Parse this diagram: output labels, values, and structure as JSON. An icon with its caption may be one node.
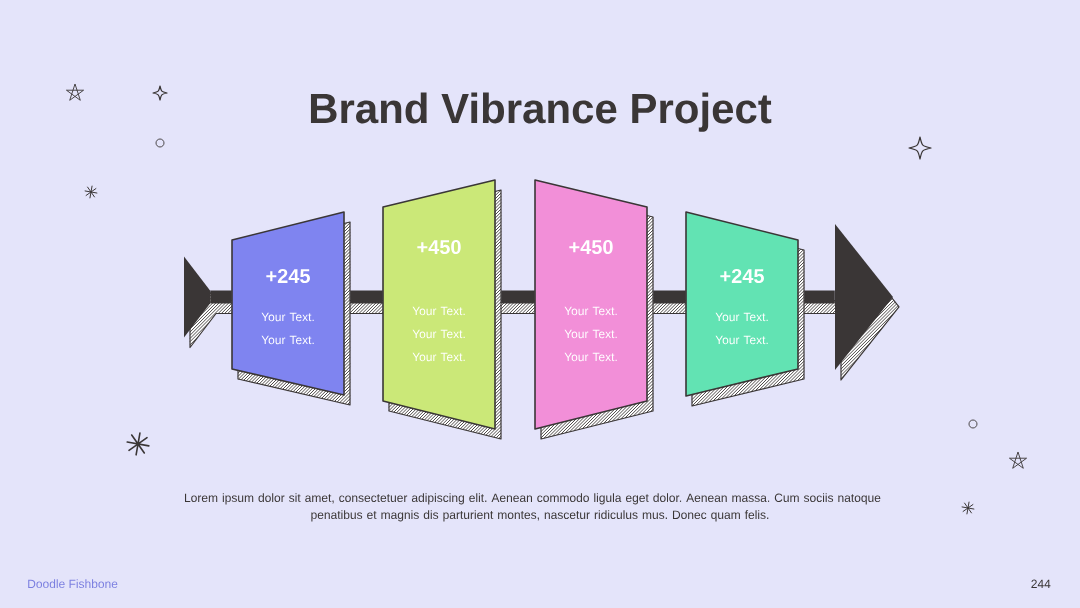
{
  "diagram": {
    "title": "Brand Vibrance Project",
    "nodes": [
      {
        "text": [],
        "shape": "triangle"
      },
      {
        "text": [
          "+245",
          "Your Text. Your Text."
        ]
      },
      {
        "text": [
          "+450",
          "Your Text. Your Text. Your Text."
        ]
      },
      {
        "text": [
          "+450",
          "Your Text. Your Text. Your Text."
        ]
      },
      {
        "text": [
          "+245",
          "Your Text. Your Text."
        ]
      },
      {
        "text": [],
        "shape": "triangle"
      }
    ],
    "edges": [
      {
        "from": 0,
        "to": 1,
        "arrow": "none"
      },
      {
        "from": 1,
        "to": 2,
        "arrow": "none"
      },
      {
        "from": 2,
        "to": 3,
        "arrow": "none"
      },
      {
        "from": 3,
        "to": 4,
        "arrow": "none"
      },
      {
        "from": 4,
        "to": 5,
        "arrow": "none"
      }
    ],
    "labels": [
      "Lorem ipsum dolor sit amet, consectetuer adipiscing elit. Aenean commodo ligula eget dolor. Aenean massa. Cum sociis natoque penatibus et magnis dis parturient montes, nascetur ridiculus mus. Donec quam felis.",
      "Doodle Fishbone",
      "244"
    ]
  }
}
